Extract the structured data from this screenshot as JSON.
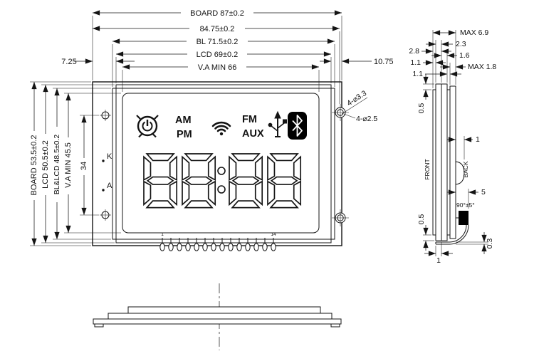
{
  "front": {
    "dims_top": {
      "board_w": "BOARD 87±0.2",
      "w_8475": "84.75±0.2",
      "bl_w": "BL 71.5±0.2",
      "lcd_w": "LCD 69±0.2",
      "va_w": "V.A MIN 66",
      "left_offset": "7.25",
      "right_offset": "10.75"
    },
    "dims_left": {
      "board_h": "BOARD 53.5±0.2",
      "lcd_h": "LCD 50.5±0.2",
      "bl_lcd_h": "BL&LCD 48.5±0.2",
      "va_h": "V.A MIN 45.5",
      "hole_pitch": "34"
    },
    "labels": {
      "k": "K",
      "a": "A",
      "holes_outer": "4-⌀3.3",
      "holes_inner": "4-⌀2.5"
    },
    "display": {
      "am": "AM",
      "pm": "PM",
      "fm": "FM",
      "aux": "AUX",
      "digits": "88:88",
      "icons": [
        "alarm-icon",
        "wifi-icon",
        "usb-icon",
        "bluetooth-icon"
      ]
    },
    "pins": {
      "count": 14,
      "first_label": "1",
      "last_label": "14"
    }
  },
  "side": {
    "dims": {
      "max_total": "MAX 6.9",
      "d_23": "2.3",
      "d_28": "2.8",
      "d_16": "1.6",
      "d_11a": "1.1",
      "d_11b": "1.1",
      "max_18": "MAX 1.8",
      "d_05_top": "0.5",
      "d_1_right": "1",
      "d_5": "5",
      "angle": "90°±5°",
      "d_05_bottom": "0.5",
      "d_1_bottom": "1",
      "d_03": "0.3"
    },
    "labels": {
      "front": "FRONT",
      "back": "BACK"
    }
  },
  "colors": {
    "line": "#141414",
    "background": "#ffffff",
    "connector_fill": "#000000"
  }
}
